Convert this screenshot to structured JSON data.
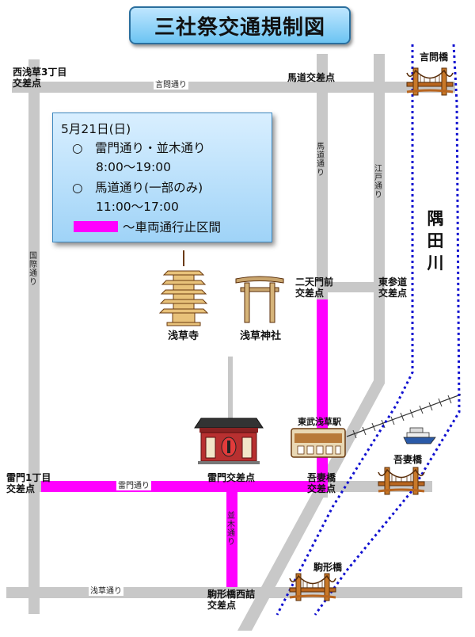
{
  "title": "三社祭交通規制図",
  "info": {
    "date": "5月21日(日)",
    "item1_route": "○　雷門通り・並木通り",
    "item1_time": "8:00～19:00",
    "item2_route": "○　馬道通り(一部のみ)",
    "item2_time": "11:00～17:00",
    "legend_label": "～車両通行止区間"
  },
  "colors": {
    "closure": "#ff00ff",
    "road": "#c8c8c8",
    "river_line": "#1010d0"
  },
  "roads": {
    "kototoi": "言問通り",
    "umamichi": "馬道通り",
    "edo": "江戸通り",
    "kokusai": "国際通り",
    "kaminarimon": "雷門通り",
    "namiki": "並木通り",
    "asakusa": "浅草通り"
  },
  "intersections": {
    "nishiasakusa": "西浅草3丁目\n交差点",
    "umamichi": "馬道交差点",
    "nitenmonmae": "二天門前\n交差点",
    "higashisando": "東参道\n交差点",
    "kaminarimon1": "雷門1丁目\n交差点",
    "kaminarimon": "雷門交差点",
    "azumabashi": "吾妻橋\n交差点",
    "komagatabashinishi": "駒形橋西詰\n交差点"
  },
  "landmarks": {
    "sensoji": "浅草寺",
    "asakusa_jinja": "浅草神社",
    "tobu_station": "東武浅草駅",
    "river": "隅田川",
    "kototoi_bridge": "言問橋",
    "azuma_bridge": "吾妻橋",
    "komagata_bridge": "駒形橋"
  },
  "icons": [
    "pagoda-icon",
    "torii-icon",
    "kaminarimon-gate-icon",
    "station-icon",
    "boat-icon",
    "bridge-icon"
  ]
}
